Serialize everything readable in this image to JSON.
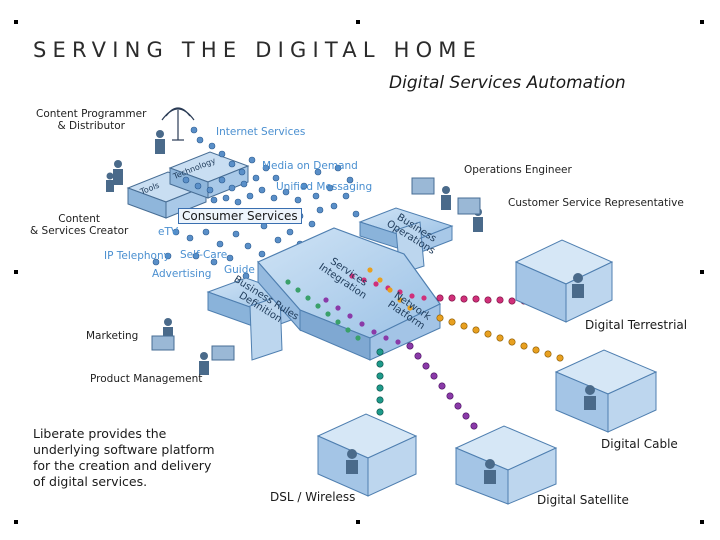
{
  "header": {
    "title": "SERVING THE DIGITAL HOME",
    "subtitle": "Digital Services Automation"
  },
  "labels": {
    "content_programmer": "Content Programmer\n& Distributor",
    "internet_services": "Internet Services",
    "media_on_demand": "Media on Demand",
    "unified_messaging": "Unified Messaging",
    "consumer_services": "Consumer Services",
    "content_creator": "Content\n& Services Creator",
    "etv": "eTV",
    "ip_telephony": "IP Telephony",
    "self_care": "Self-Care",
    "guide": "Guide",
    "advertising": "Advertising",
    "operations_engineer": "Operations Engineer",
    "customer_service_rep": "Customer Service Representative",
    "marketing": "Marketing",
    "product_management": "Product Management",
    "business_operations": "Business\nOperations",
    "business_rules": "Business Rules\nDefinition",
    "services_integration": "Services\nIntegration",
    "network_platform": "Network\nPlatform",
    "box_left": "Tools",
    "box_right": "Technology"
  },
  "destinations": {
    "terrestrial": "Digital Terrestrial",
    "cable": "Digital Cable",
    "satellite": "Digital Satellite",
    "dsl": "DSL / Wireless"
  },
  "caption": "Liberate provides the\nunderlying software platform\nfor the creation and delivery\nof digital services.",
  "colors": {
    "platform_fill": "#b7d4ee",
    "platform_stroke": "#4f7fb0",
    "accent_blue": "#4a8fd0",
    "terrestrial_dots": "#d0307a",
    "cable_dots": "#e8a020",
    "satellite_dots": "#8a3aa8",
    "dsl_dots": "#1e9a8a"
  }
}
